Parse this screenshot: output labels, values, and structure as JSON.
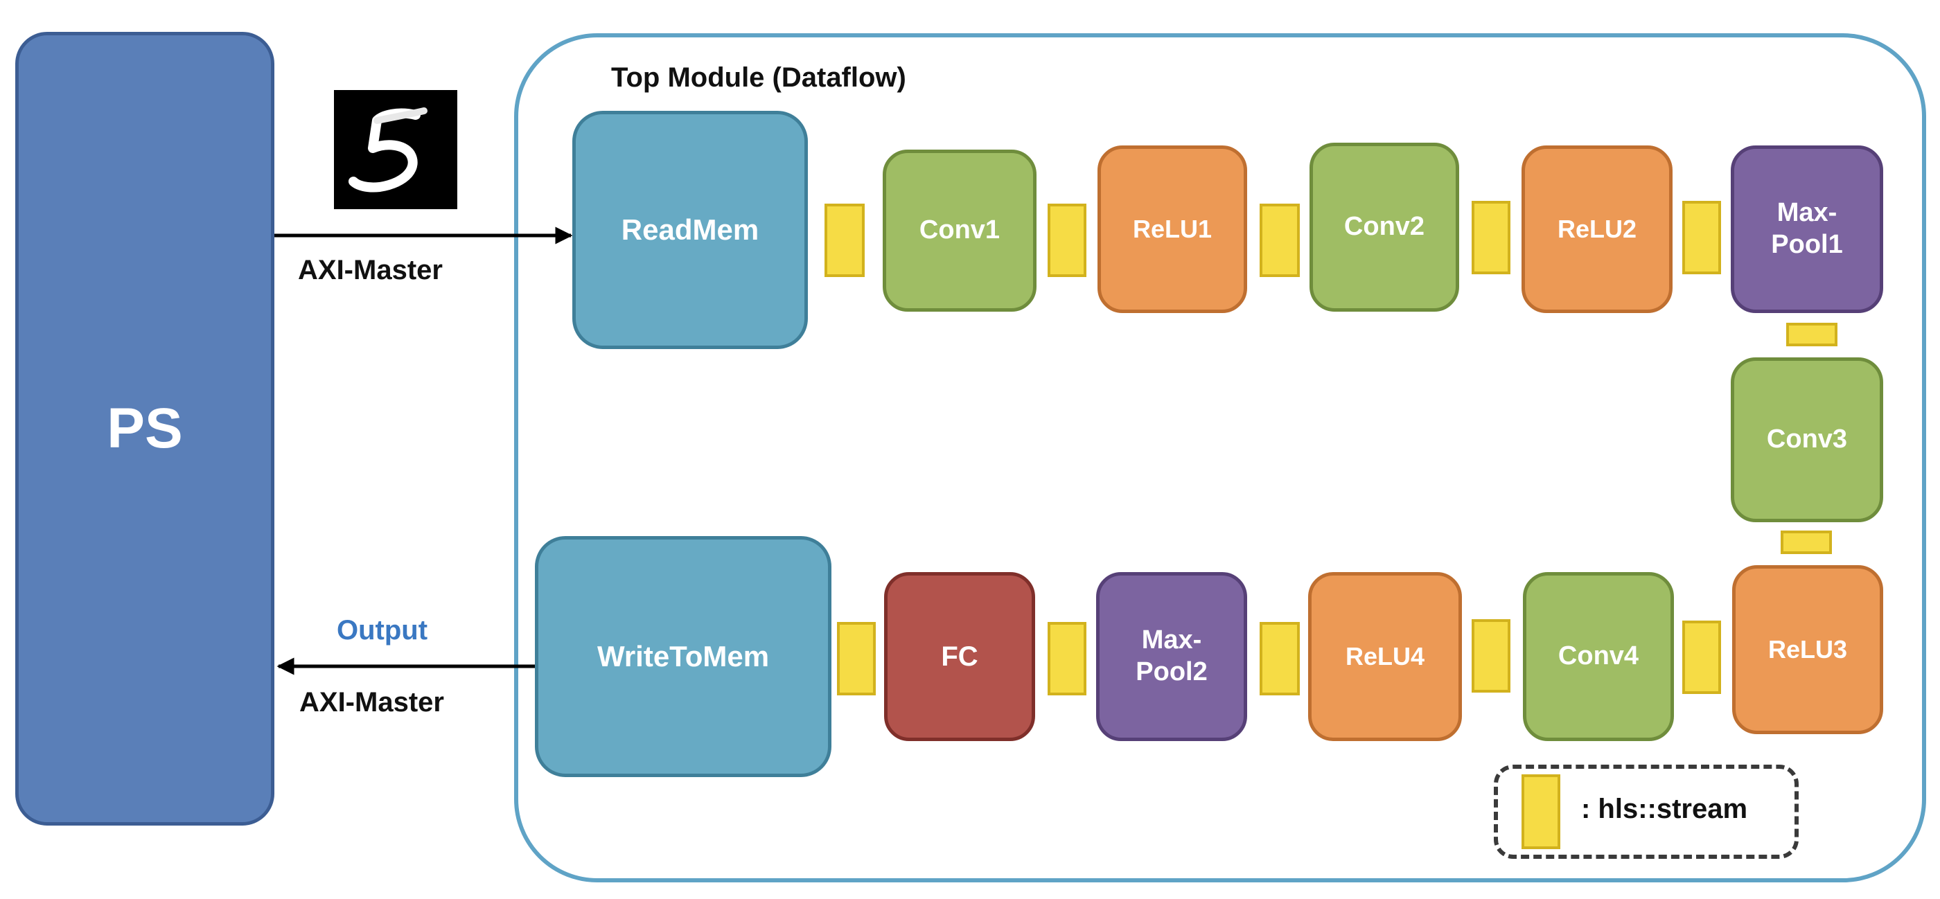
{
  "ps": {
    "label": "PS"
  },
  "top_module": {
    "title": "Top Module (Dataflow)"
  },
  "interface": {
    "input_label": "AXI-Master",
    "output_title": "Output",
    "output_label": "AXI-Master"
  },
  "blocks": {
    "readmem": "ReadMem",
    "conv1": "Conv1",
    "relu1": "ReLU1",
    "conv2": "Conv2",
    "relu2": "ReLU2",
    "maxpool1": "Max-\nPool1",
    "conv3": "Conv3",
    "relu3": "ReLU3",
    "conv4": "Conv4",
    "relu4": "ReLU4",
    "maxpool2": "Max-\nPool2",
    "fc": "FC",
    "writetomem": "WriteToMem"
  },
  "legend": {
    "text": ": hls::stream"
  },
  "colors": {
    "ps": "#5a7fb8",
    "memory_block": "#67aac4",
    "conv": "#9fbd64",
    "relu": "#ec9955",
    "maxpool": "#7c64a0",
    "fc": "#b2534c",
    "stream": "#f6dc45",
    "module_border": "#5fa3c6",
    "output_text": "#3a78c2"
  },
  "icons": {
    "input_image": "handwritten-digit-5-image"
  }
}
